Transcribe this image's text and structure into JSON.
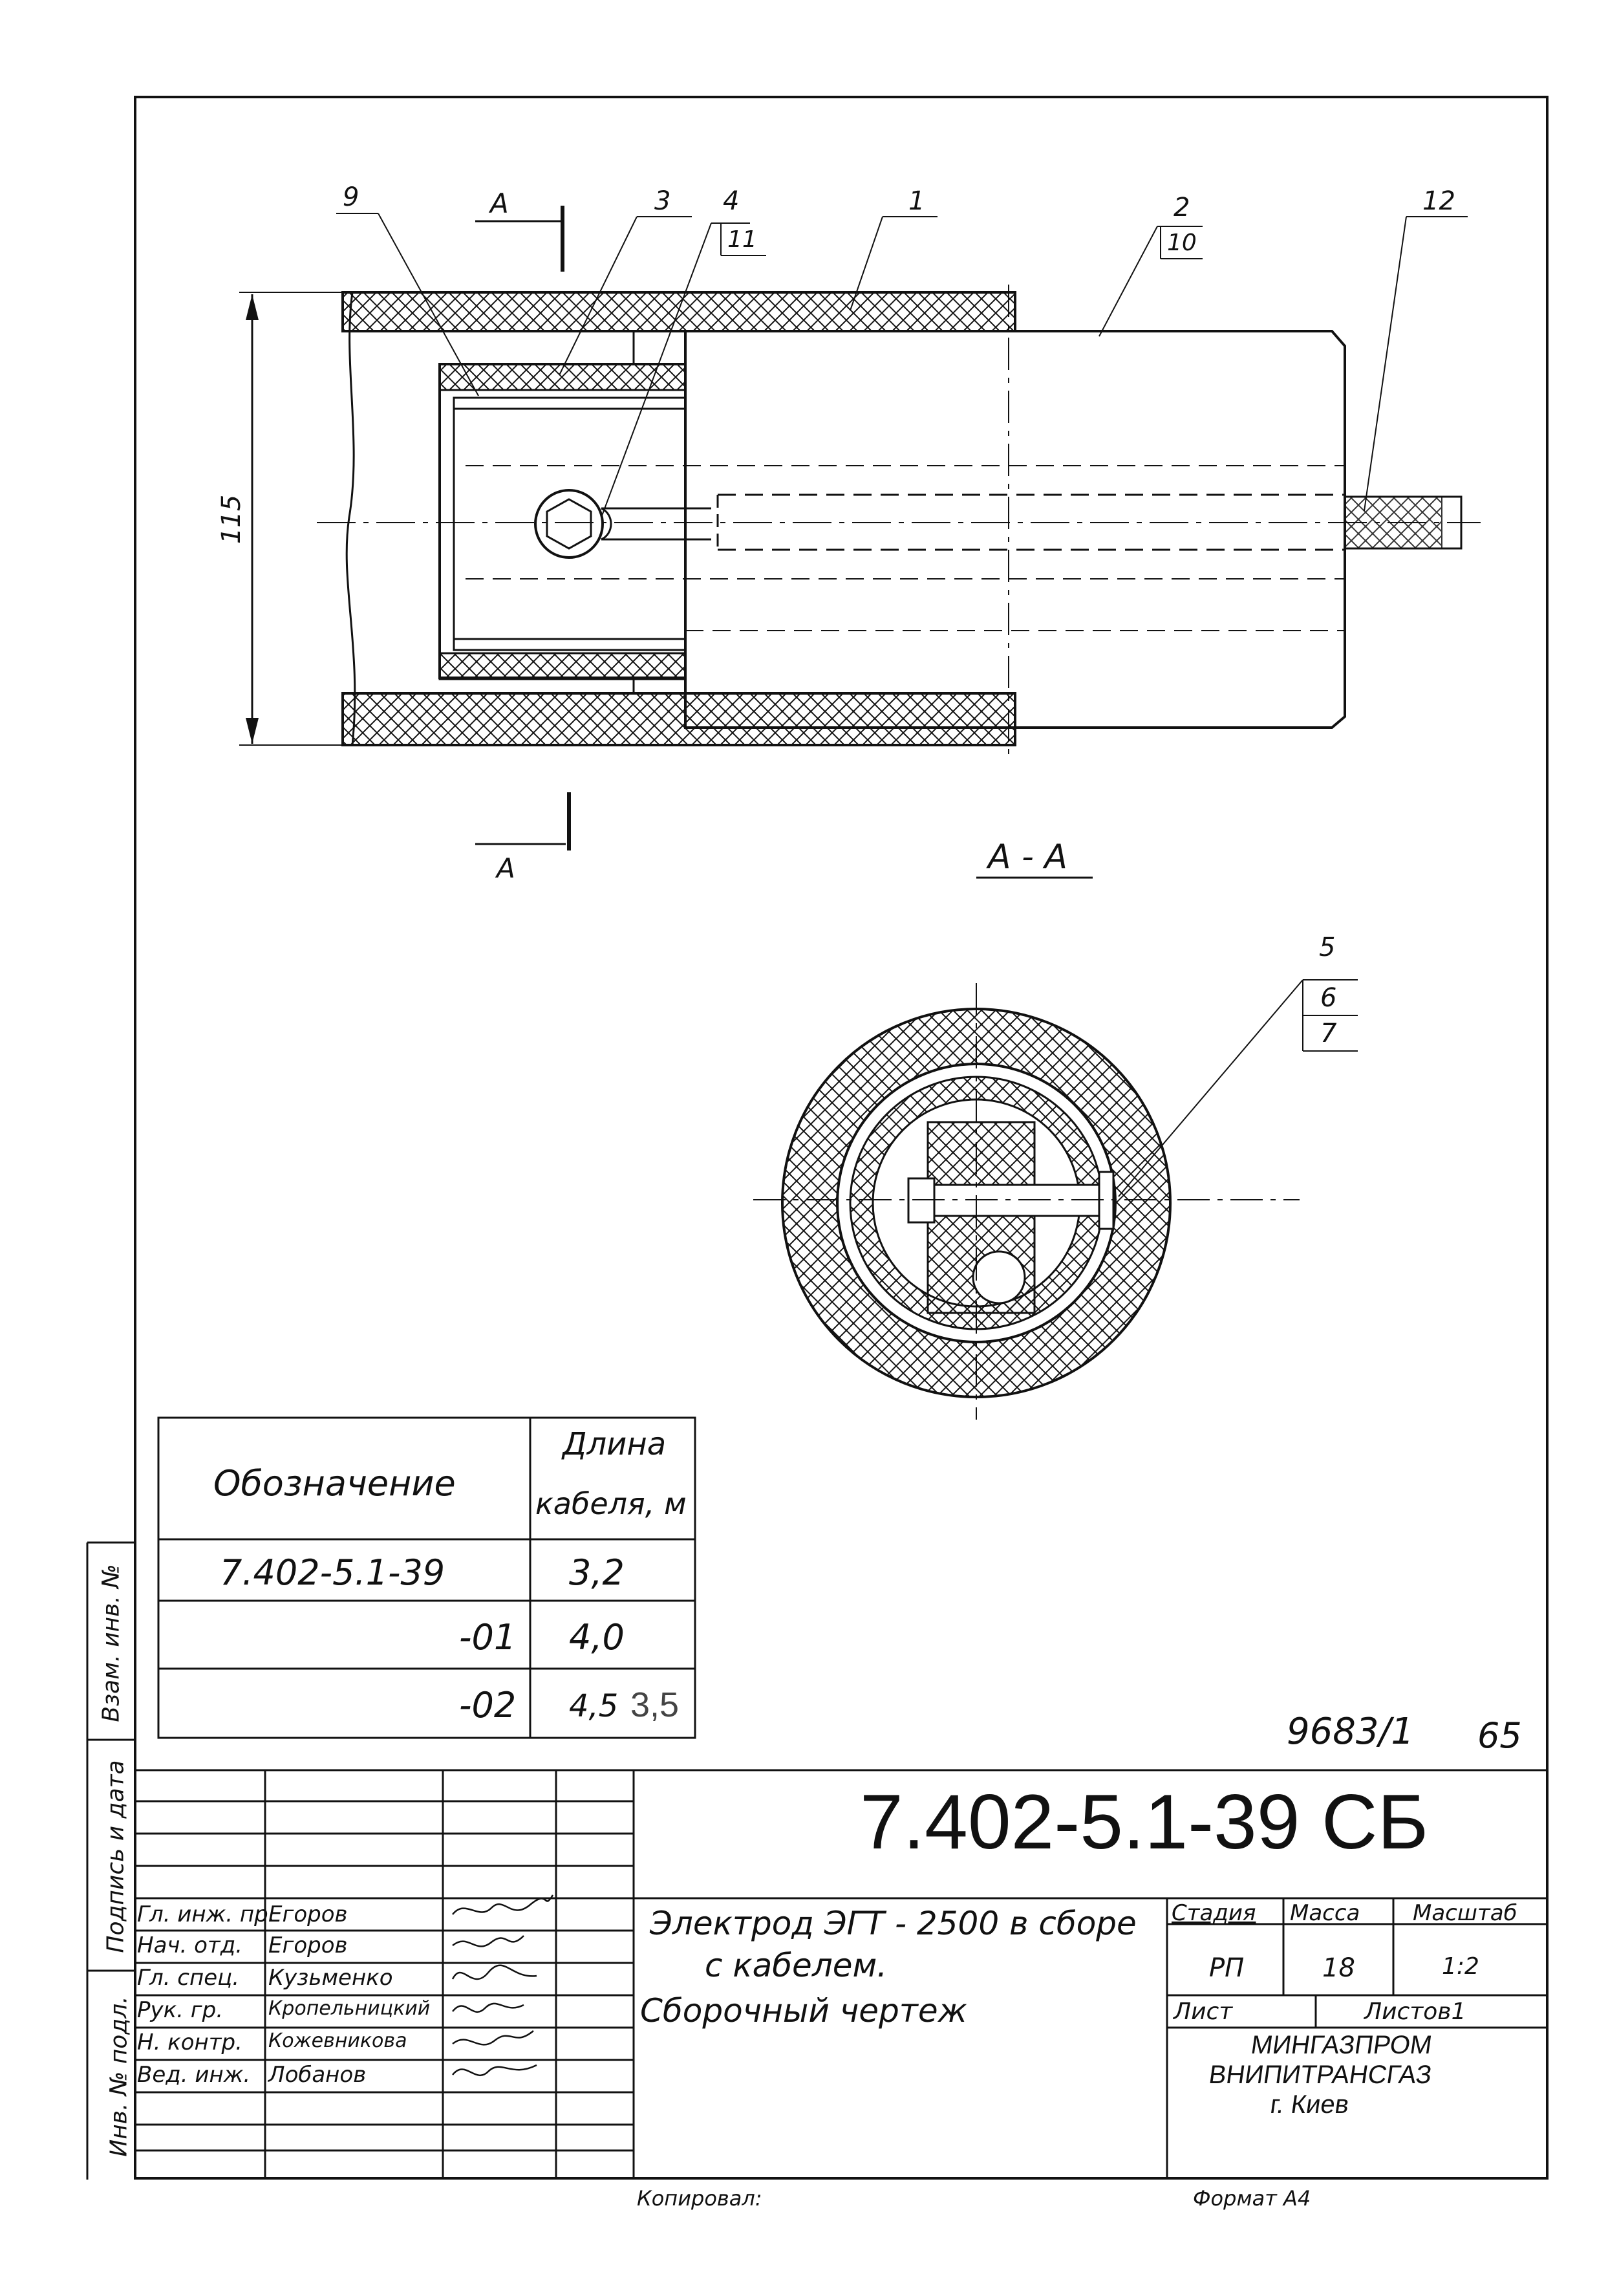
{
  "drawing": {
    "leaders": {
      "p9": "9",
      "p3": "3",
      "p4": "4",
      "p11": "11",
      "p1": "1",
      "p2": "2",
      "p10": "10",
      "p12": "12",
      "p5": "5",
      "p6": "6",
      "p7": "7"
    },
    "section_letter_top": "A",
    "section_letter_bottom": "A",
    "section_title": "A - A",
    "dimension": "115"
  },
  "cable_table": {
    "header_designation": "Обозначение",
    "header_length_1": "Длина",
    "header_length_2": "кабеля, м",
    "rows": [
      {
        "designation": "7.402-5.1-39",
        "length": "3,2"
      },
      {
        "designation": "-01",
        "length": "4,0"
      },
      {
        "designation": "-02",
        "length": "4,5",
        "correction": "3,5"
      }
    ]
  },
  "archive_number": "9683/1",
  "page_number": "65",
  "title_block": {
    "code": "7.402-5.1-39 СБ",
    "name_line1": "Электрод  ЭГТ - 2500  в сборе",
    "name_line2": "с кабелем.",
    "name_line3": "Сборочный  чертеж",
    "stage_label": "Стадия",
    "mass_label": "Масса",
    "scale_label": "Масштаб",
    "stage": "РП",
    "mass": "18",
    "scale": "1:2",
    "sheet_label": "Лист",
    "sheets_label": "Листов1",
    "org_line1": "МИНГАЗПРОМ",
    "org_line2": "ВНИПИТРАНСГАЗ",
    "org_line3": "г. Киев",
    "signers": [
      {
        "role": "Гл. инж. пр.",
        "name": "Егоров"
      },
      {
        "role": "Нач. отд.",
        "name": "Егоров"
      },
      {
        "role": "Гл. спец.",
        "name": "Кузьменко"
      },
      {
        "role": "Рук. гр.",
        "name": "Кропельницкий"
      },
      {
        "role": "Н. контр.",
        "name": "Кожевникова"
      },
      {
        "role": "Вед. инж.",
        "name": "Лобанов"
      }
    ]
  },
  "side_stamp": {
    "inv_orig": "Инв. № подл.",
    "sign_date": "Подпись и дата",
    "replace_inv": "Взам. инв. №"
  },
  "footer": {
    "copied": "Копировал:",
    "format": "Формат А4"
  }
}
